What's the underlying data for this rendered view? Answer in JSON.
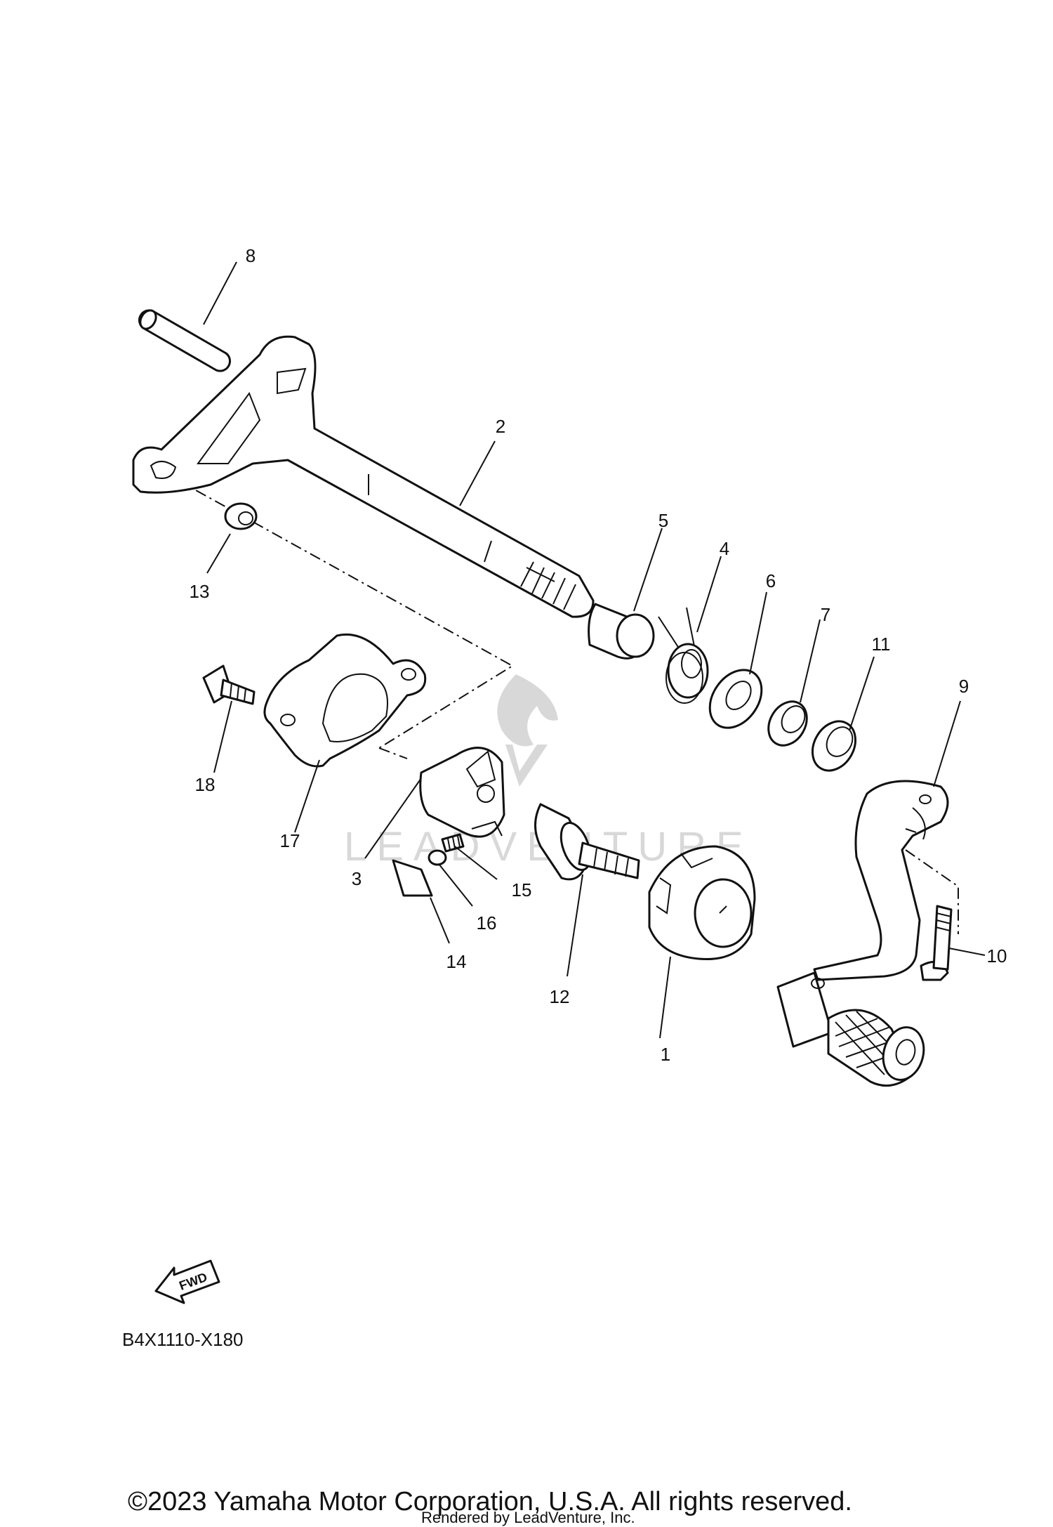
{
  "callouts": {
    "c1": "1",
    "c2": "2",
    "c3": "3",
    "c4": "4",
    "c5": "5",
    "c6": "6",
    "c7": "7",
    "c8": "8",
    "c9": "9",
    "c10": "10",
    "c11": "11",
    "c12": "12",
    "c13": "13",
    "c14": "14",
    "c15": "15",
    "c16": "16",
    "c17": "17",
    "c18": "18"
  },
  "fwd_label": "FWD",
  "watermark": "LEADVENTURE",
  "diagram_code": "B4X1110-X180",
  "copyright": "©2023 Yamaha Motor Corporation, U.S.A. All rights reserved.",
  "rendered_by": "Rendered by LeadVenture, Inc."
}
